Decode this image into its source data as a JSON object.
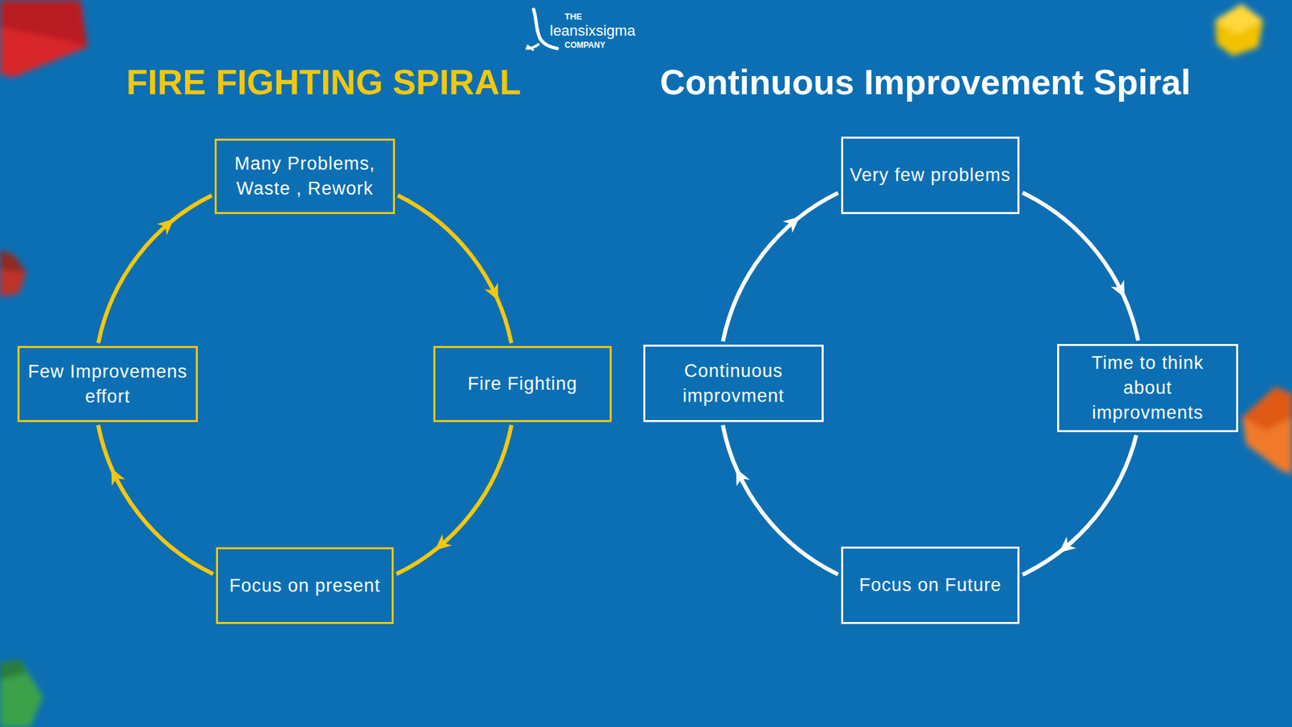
{
  "diagram": {
    "title": "FIRE FIGHTING SPIRAL",
    "nodes": [
      {
        "text": [
          "Many Problems, Waste , Rework"
        ]
      },
      {
        "text": [
          "Few Improvemens effort"
        ]
      },
      {
        "text": [
          "Fire Fighting"
        ]
      },
      {
        "text": [
          "Focus on present"
        ]
      },
      {
        "text": [
          "Very few problems"
        ]
      },
      {
        "text": [
          "Continuous improvment"
        ]
      },
      {
        "text": [
          "Time to think about improvments"
        ]
      },
      {
        "text": [
          "Focus on Future"
        ]
      }
    ],
    "edges": [
      {
        "from": 0,
        "to": 2,
        "arrow": "to"
      },
      {
        "from": 2,
        "to": 3,
        "arrow": "to"
      },
      {
        "from": 3,
        "to": 1,
        "arrow": "to"
      },
      {
        "from": 1,
        "to": 0,
        "arrow": "to"
      },
      {
        "from": 4,
        "to": 6,
        "arrow": "to"
      },
      {
        "from": 6,
        "to": 7,
        "arrow": "to"
      },
      {
        "from": 7,
        "to": 5,
        "arrow": "to"
      },
      {
        "from": 5,
        "to": 4,
        "arrow": "to"
      }
    ],
    "labels": [
      "Continuous Improvement Spiral",
      "THE",
      "leansixsigma",
      "COMPANY"
    ]
  }
}
